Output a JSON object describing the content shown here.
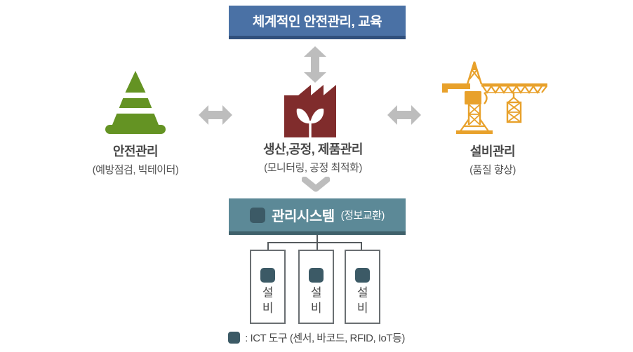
{
  "colors": {
    "top_box_bg": "#4a71a5",
    "top_box_border": "#30507c",
    "system_box_bg": "#5c8997",
    "system_box_border": "#3f616b",
    "ict_square": "#3c5a66",
    "cone_green": "#649323",
    "factory_maroon": "#802c2c",
    "crane_orange": "#e8a12b",
    "arrow_gray": "#bdbdbd",
    "text_dark": "#4a4a4a"
  },
  "top_box": {
    "label": "체계적인 안전관리, 교육"
  },
  "nodes": {
    "safety": {
      "title": "안전관리",
      "subtitle": "(예방점검, 빅테이터)",
      "icon": "traffic-cone-icon"
    },
    "production": {
      "title": "생산,공정, 제품관리",
      "subtitle": "(모니터링, 공정 최적화)",
      "icon": "factory-icon"
    },
    "facility": {
      "title": "설비관리",
      "subtitle": "(품질 향상)",
      "icon": "tower-crane-icon"
    }
  },
  "system_box": {
    "title": "관리시스템",
    "subtitle": "(정보교환)",
    "icon": "ict-square-icon"
  },
  "equipment_boxes": [
    {
      "label": "설비"
    },
    {
      "label": "설비"
    },
    {
      "label": "설비"
    }
  ],
  "legend": {
    "label": ": ICT 도구 (센서, 바코드, RFID, IoT등)",
    "icon": "ict-square-icon"
  }
}
